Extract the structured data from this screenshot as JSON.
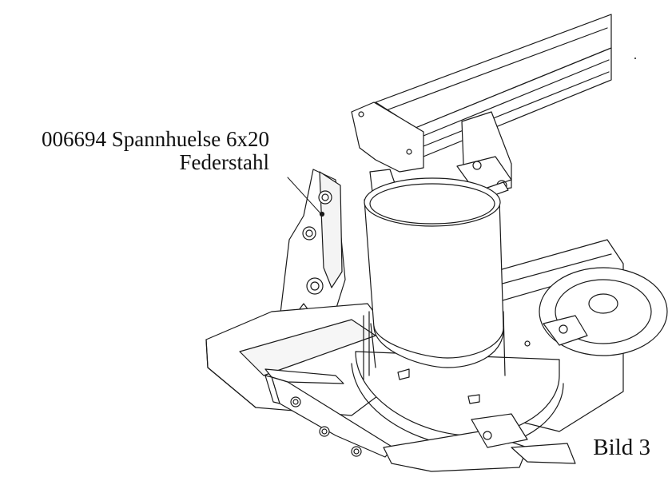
{
  "callout": {
    "line1": "006694 Spannhuelse 6x20",
    "line2": "Federstahl"
  },
  "figure_label": "Bild 3",
  "colors": {
    "ink": "#1a1a1a",
    "paper": "#ffffff",
    "shade": "#e6e6e6"
  }
}
